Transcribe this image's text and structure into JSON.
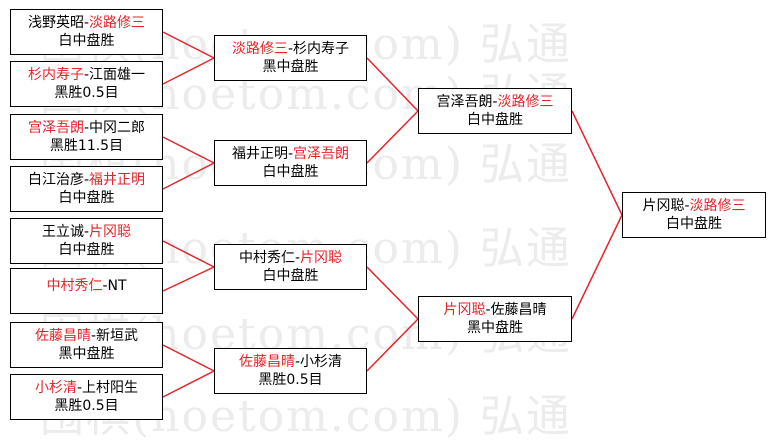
{
  "watermark_lines": [
    "围棋(hoetom.com) 弘通",
    "围棋(hoetom.com) 弘通",
    "围棋(hoetom.com) 弘通",
    "围棋(hoetom.com) 弘通",
    "围棋(hoetom.com) 弘通",
    "围棋(hoetom.com) 弘通"
  ],
  "colors": {
    "winner": "#e5242b",
    "line": "#e5242b",
    "text": "#000000"
  },
  "round1": [
    {
      "p1": "浅野英昭",
      "sep": "-",
      "p2": "淡路修三",
      "winner": "p2",
      "result": "白中盘胜"
    },
    {
      "p1": "杉内寿子",
      "sep": "-",
      "p2": "江面雄一",
      "winner": "p1",
      "result": "黑胜0.5目"
    },
    {
      "p1": "宫泽吾朗",
      "sep": "-",
      "p2": "中冈二郎",
      "winner": "p1",
      "result": "黑胜11.5目"
    },
    {
      "p1": "白江治彦",
      "sep": "-",
      "p2": "福井正明",
      "winner": "p2",
      "result": "白中盘胜"
    },
    {
      "p1": "王立诚",
      "sep": "-",
      "p2": "片冈聪",
      "winner": "p2",
      "result": "白中盘胜"
    },
    {
      "p1": "中村秀仁",
      "sep": "-",
      "p2": "NT",
      "winner": "p1",
      "result": ""
    },
    {
      "p1": "佐藤昌晴",
      "sep": "-",
      "p2": "新垣武",
      "winner": "p1",
      "result": "黑中盘胜"
    },
    {
      "p1": "小杉清",
      "sep": "-",
      "p2": "上村阳生",
      "winner": "p1",
      "result": "黑胜0.5目"
    }
  ],
  "round2": [
    {
      "p1": "淡路修三",
      "sep": "-",
      "p2": "杉内寿子",
      "winner": "p1",
      "result": "黑中盘胜"
    },
    {
      "p1": "福井正明",
      "sep": "-",
      "p2": "宫泽吾朗",
      "winner": "p2",
      "result": "白中盘胜"
    },
    {
      "p1": "中村秀仁",
      "sep": "-",
      "p2": "片冈聪",
      "winner": "p2",
      "result": "白中盘胜"
    },
    {
      "p1": "佐藤昌晴",
      "sep": "-",
      "p2": "小杉清",
      "winner": "p1",
      "result": "黑胜0.5目"
    }
  ],
  "round3": [
    {
      "p1": "宫泽吾朗",
      "sep": "-",
      "p2": "淡路修三",
      "winner": "p2",
      "result": "白中盘胜"
    },
    {
      "p1": "片冈聪",
      "sep": "-",
      "p2": "佐藤昌晴",
      "winner": "p1",
      "result": "黑中盘胜"
    }
  ],
  "final": [
    {
      "p1": "片冈聪",
      "sep": "-",
      "p2": "淡路修三",
      "winner": "p2",
      "result": "白中盘胜"
    }
  ]
}
